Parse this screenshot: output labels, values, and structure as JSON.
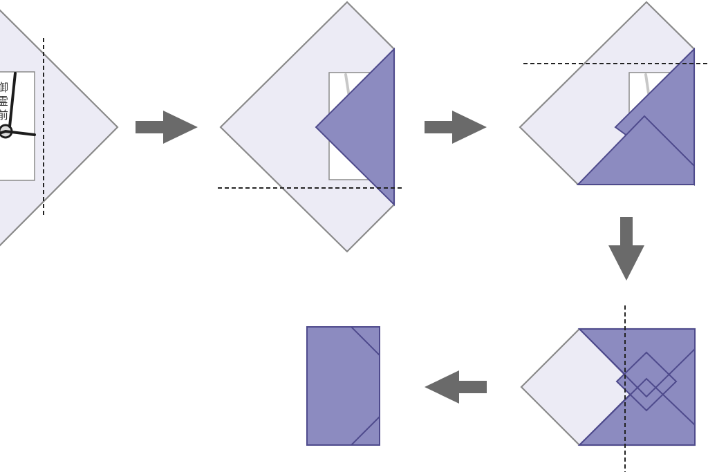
{
  "colors": {
    "light": "#ecebf5",
    "dark": "#8c8bc0",
    "arrow": "#6a6a6a"
  },
  "envelope_label": [
    "御",
    "霊",
    "前"
  ],
  "icons": {
    "step_arrows": [
      "arrow-right-icon",
      "arrow-right-icon",
      "arrow-down-icon",
      "arrow-left-icon"
    ]
  }
}
